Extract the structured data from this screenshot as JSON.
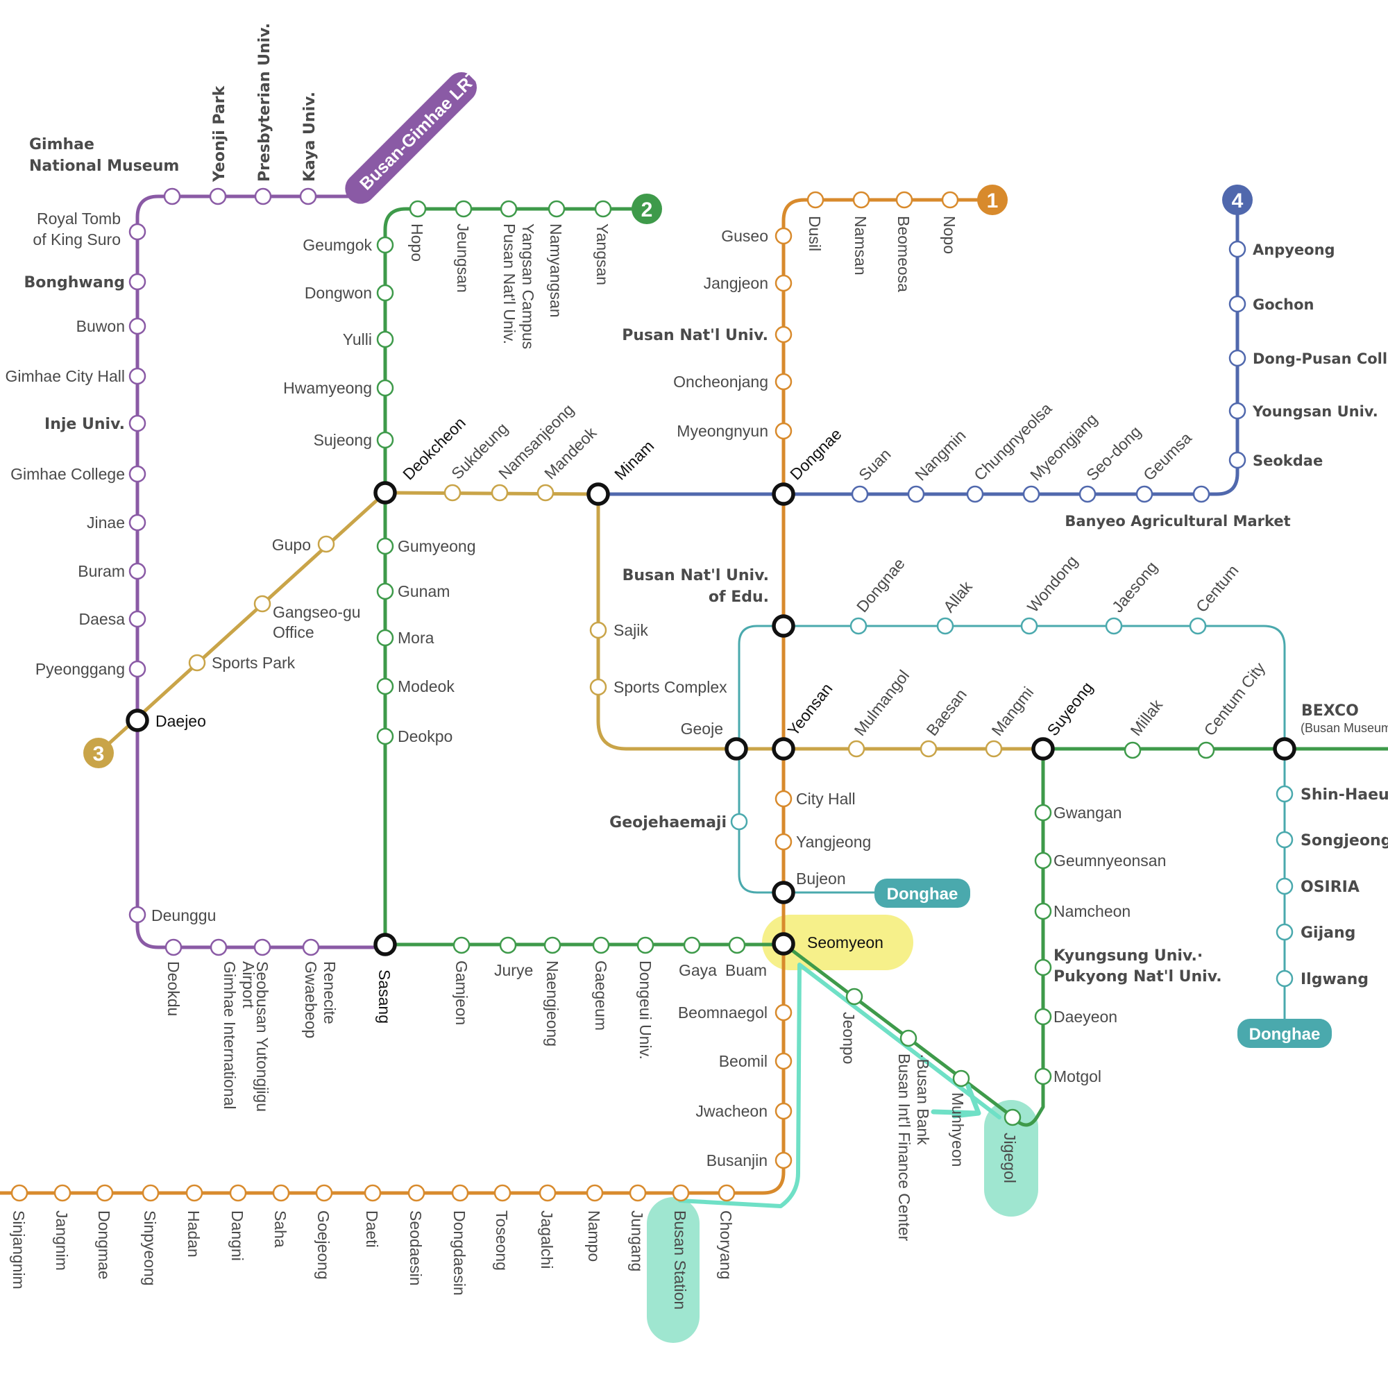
{
  "title": "Busan Metro Route Map",
  "colors": {
    "line1": "#d88a2c",
    "line2": "#3e9a4a",
    "line3": "#c9a448",
    "line4": "#5068ad",
    "lrt": "#8a5aa5",
    "donghae": "#4aa9ad",
    "transfer": "#111111",
    "seomyeon_highlight": "#f6f08a",
    "annotation": "#6fe0c6"
  },
  "badges": {
    "line1": "1",
    "line2": "2",
    "line3": "3",
    "line4": "4",
    "lrt": "Busan-Gimhae LRT",
    "donghae_bujeon": "Donghae",
    "donghae_ilgwang": "Donghae"
  },
  "lrt": {
    "top": [
      "Gimhae National Museum",
      "Yeonji Park",
      "Presbyterian Univ.",
      "Kaya Univ."
    ],
    "left": [
      "Royal Tomb of King Suro",
      "Bonghwang",
      "Buwon",
      "Gimhae City Hall",
      "Inje Univ.",
      "Gimhae College",
      "Jinae",
      "Buram",
      "Daesa",
      "Pyeonggang"
    ],
    "lower": [
      "Deunggu"
    ],
    "bottom": [
      "Deokdu",
      "Gimhae International Airport",
      "Seobusan Yutongjigu",
      "Gwaebeop Renecite"
    ]
  },
  "line2": {
    "top": [
      "Hopo",
      "Jeungsan",
      "Pusan Nat'l Univ. Yangsan Campus",
      "Namyangsan",
      "Yangsan"
    ],
    "left": [
      "Geumgok",
      "Dongwon",
      "Yulli",
      "Hwamyeong",
      "Sujeong"
    ],
    "mid": [
      "Gumyeong",
      "Gunam",
      "Mora",
      "Modeok",
      "Deokpo"
    ],
    "bottom": [
      "Gamjeon",
      "Jurye",
      "Naengjeong",
      "Gaegeum",
      "Dongeui Univ.",
      "Gaya",
      "Buam"
    ],
    "east": [
      "Jeonpo",
      "Busan Int'l Finance Center ·Busan Bank",
      "Munhyeon",
      "Jigegol"
    ],
    "east_hidden_label": "Munhyeon",
    "south_north": [
      "Gwangan",
      "Geumnyeonsan",
      "Namcheon",
      "Kyungsung Univ.· Pukyong Nat'l Univ.",
      "Daeyeon",
      "Motgol"
    ],
    "suyeong_bexco": [
      "Millak",
      "Centum City"
    ]
  },
  "line1": {
    "top": [
      "Dusil",
      "Namsan",
      "Beomeosa",
      "Nopo"
    ],
    "north": [
      "Guseo",
      "Jangjeon",
      "Pusan Nat'l Univ.",
      "Oncheonjang",
      "Myeongnyun"
    ],
    "between": [
      "City Hall",
      "Yangjeong"
    ],
    "south": [
      "Beomnaegol",
      "Beomil",
      "Jwacheon",
      "Busanjin"
    ],
    "bottom": [
      "Sinjangnim",
      "Jangnim",
      "Dongmae",
      "Sinpyeong",
      "Hadan",
      "Dangni",
      "Saha",
      "Goejeong",
      "Daeti",
      "Seodaesin",
      "Dongdaesin",
      "Toseong",
      "Jagalchi",
      "Nampo",
      "Jungang",
      "Busan Station",
      "Choryang"
    ]
  },
  "line3": {
    "sw": [
      "Sports Park",
      "Gangseo-gu Office",
      "Gupo"
    ],
    "top": [
      "Sukdeung",
      "Namsanjeong",
      "Mandeok"
    ],
    "down": [
      "Sajik",
      "Sports Complex"
    ],
    "east": [
      "Mulmangol",
      "Baesan",
      "Mangmi"
    ]
  },
  "line4": {
    "east": [
      "Suan",
      "Nangmin",
      "Chungnyeolsa",
      "Myeongjang",
      "Seo-dong",
      "Geumsa",
      "Banyeo Agricultural Market"
    ],
    "north": [
      "Seokdae",
      "Youngsan Univ.",
      "Dong-Pusan College",
      "Gochon",
      "Anpyeong"
    ]
  },
  "donghae": {
    "top": [
      "Dongnae",
      "Allak",
      "Wondong",
      "Jaesong",
      "Centum"
    ],
    "west": [
      "Geojehaemaji"
    ],
    "north": [
      "Shin-Haeundae",
      "Songjeong",
      "OSIRIA",
      "Gijang",
      "Ilgwang"
    ],
    "bexco_sub": "(Busan Museum of Art)"
  },
  "transfers": {
    "daejeo": "Daejeo",
    "deokcheon": "Deokcheon",
    "minam": "Minam",
    "dongnae": "Dongnae",
    "bnue": "Busan Nat'l Univ. of Edu.",
    "geoje": "Geoje",
    "yeonsan": "Yeonsan",
    "suyeong": "Suyeong",
    "bexco": "BEXCO",
    "bujeon": "Bujeon",
    "seomyeon": "Seomyeon",
    "sasang": "Sasang"
  }
}
